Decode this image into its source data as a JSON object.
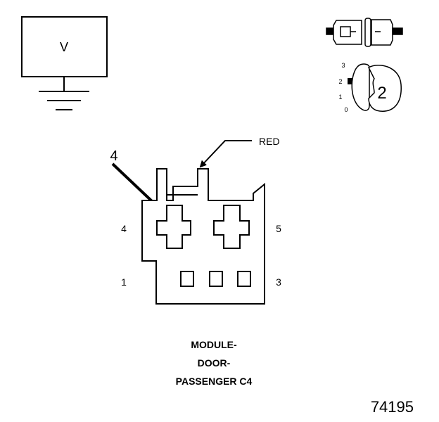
{
  "meter": {
    "symbol": "V"
  },
  "probe_positions": {
    "marks": [
      "3",
      "2",
      "1",
      "0"
    ],
    "selected": "2"
  },
  "connector": {
    "wire_color": "RED",
    "callout_number": "4",
    "pin_labels": {
      "top_left": "4",
      "top_right": "5",
      "bottom_left": "1",
      "bottom_right": "3"
    }
  },
  "caption": {
    "line1": "MODULE-",
    "line2": "DOOR-",
    "line3": "PASSENGER C4"
  },
  "figure_number": "74195"
}
